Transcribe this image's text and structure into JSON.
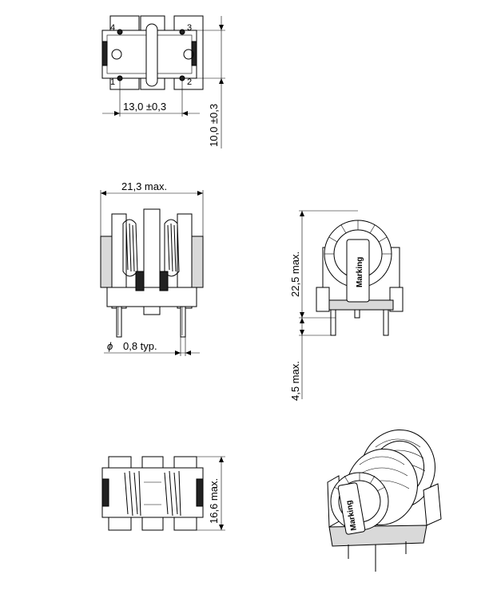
{
  "top_view": {
    "pin_labels": [
      "4",
      "3",
      "1",
      "2"
    ],
    "width_dim": "13,0 ±0,3",
    "height_dim": "10,0 ±0,3"
  },
  "front_view": {
    "width_dim": "21,3  max.",
    "pin_dim_symbol": "ϕ",
    "pin_dim": "0,8  typ."
  },
  "side_view": {
    "height_dim": "22,5  max.",
    "pin_length_dim": "4,5  max.",
    "marking": "Marking"
  },
  "bottom_view": {
    "depth_dim": "16,6  max."
  },
  "iso_view": {
    "marking": "Marking"
  }
}
